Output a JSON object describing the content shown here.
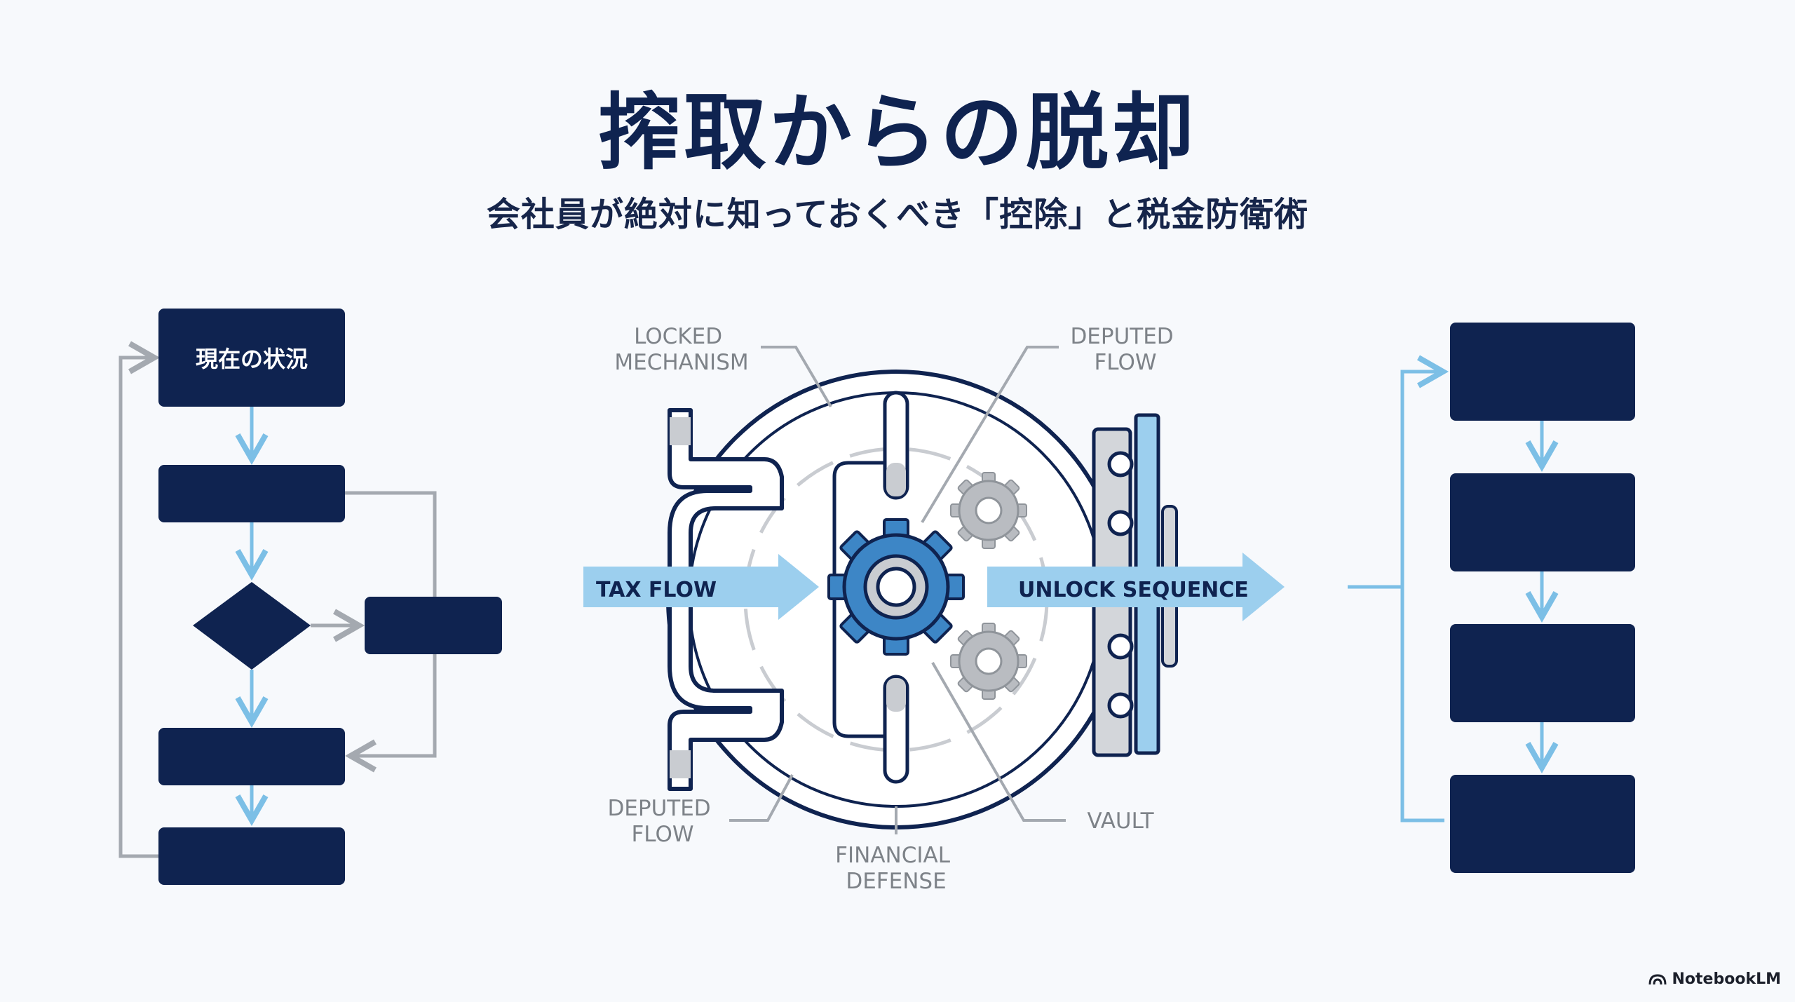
{
  "header": {
    "title": "搾取からの脱却",
    "subtitle": "会社員が絶対に知っておくべき「控除」と税金防衛術"
  },
  "left_flow": {
    "first_box_label": "現在の状況"
  },
  "vault": {
    "labels": {
      "locked_1": "LOCKED",
      "locked_2": "MECHANISM",
      "deputed_top_1": "DEPUTED",
      "deputed_top_2": "FLOW",
      "deputed_bottom_1": "DEPUTED",
      "deputed_bottom_2": "FLOW",
      "financial_1": "FINANCIAL",
      "financial_2": "DEFENSE",
      "vault": "VAULT"
    },
    "arrows": {
      "tax_flow": "TAX FLOW",
      "unlock": "UNLOCK SEQUENCE"
    }
  },
  "brand": {
    "label": "NotebookLM"
  },
  "colors": {
    "navy": "#0f2350",
    "light_blue": "#7cbfe6",
    "gray": "#9aa0a8",
    "gear_blue": "#3d86c6"
  }
}
